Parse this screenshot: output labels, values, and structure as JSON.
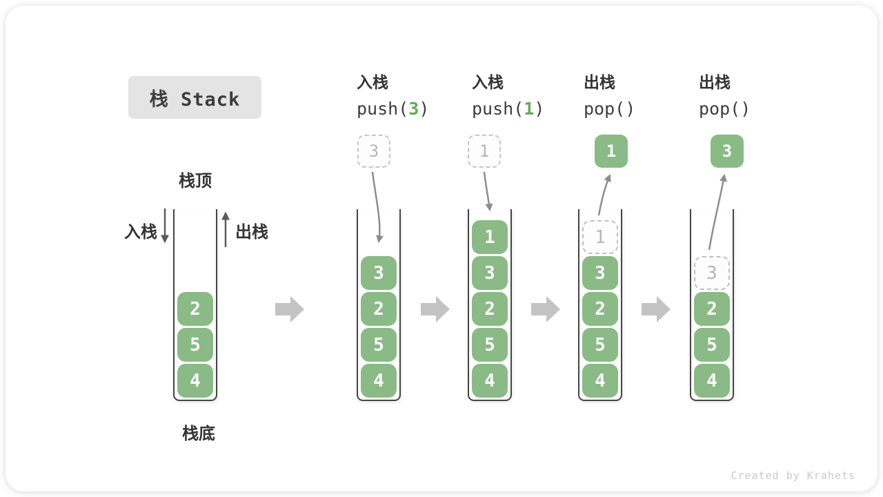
{
  "title": {
    "text": "栈 Stack"
  },
  "stack_labels": {
    "top": "栈顶",
    "bottom": "栈底",
    "push": "入栈",
    "pop": "出栈"
  },
  "watermark": "Created by Krahets",
  "colors": {
    "cell_green": "#8aba85",
    "code_green": "#67a857",
    "flow_arrow_gray": "#c3c3c3"
  },
  "columns": [
    {
      "name": "initial-stack",
      "cells": [
        {
          "slot": 2,
          "value": "2",
          "variant": "solid"
        },
        {
          "slot": 3,
          "value": "5",
          "variant": "solid"
        },
        {
          "slot": 4,
          "value": "4",
          "variant": "solid"
        }
      ]
    },
    {
      "name": "push-3",
      "header": {
        "zh": "入栈",
        "code": [
          {
            "t": "push(",
            "hl": false
          },
          {
            "t": "3",
            "hl": true
          },
          {
            "t": ")",
            "hl": false
          }
        ]
      },
      "floating": {
        "value": "3",
        "variant": "dashed"
      },
      "cells": [
        {
          "slot": 1,
          "value": "3",
          "variant": "solid"
        },
        {
          "slot": 2,
          "value": "2",
          "variant": "solid"
        },
        {
          "slot": 3,
          "value": "5",
          "variant": "solid"
        },
        {
          "slot": 4,
          "value": "4",
          "variant": "solid"
        }
      ]
    },
    {
      "name": "push-1",
      "header": {
        "zh": "入栈",
        "code": [
          {
            "t": "push(",
            "hl": false
          },
          {
            "t": "1",
            "hl": true
          },
          {
            "t": ")",
            "hl": false
          }
        ]
      },
      "floating": {
        "value": "1",
        "variant": "dashed"
      },
      "cells": [
        {
          "slot": 0,
          "value": "1",
          "variant": "solid"
        },
        {
          "slot": 1,
          "value": "3",
          "variant": "solid"
        },
        {
          "slot": 2,
          "value": "2",
          "variant": "solid"
        },
        {
          "slot": 3,
          "value": "5",
          "variant": "solid"
        },
        {
          "slot": 4,
          "value": "4",
          "variant": "solid"
        }
      ]
    },
    {
      "name": "pop-1",
      "header": {
        "zh": "出栈",
        "code": [
          {
            "t": "pop()",
            "hl": false
          }
        ]
      },
      "floating": {
        "value": "1",
        "variant": "solid"
      },
      "cells": [
        {
          "slot": 0,
          "value": "1",
          "variant": "dashed"
        },
        {
          "slot": 1,
          "value": "3",
          "variant": "solid"
        },
        {
          "slot": 2,
          "value": "2",
          "variant": "solid"
        },
        {
          "slot": 3,
          "value": "5",
          "variant": "solid"
        },
        {
          "slot": 4,
          "value": "4",
          "variant": "solid"
        }
      ]
    },
    {
      "name": "pop-3",
      "header": {
        "zh": "出栈",
        "code": [
          {
            "t": "pop()",
            "hl": false
          }
        ]
      },
      "floating": {
        "value": "3",
        "variant": "solid"
      },
      "cells": [
        {
          "slot": 1,
          "value": "3",
          "variant": "dashed"
        },
        {
          "slot": 2,
          "value": "2",
          "variant": "solid"
        },
        {
          "slot": 3,
          "value": "5",
          "variant": "solid"
        },
        {
          "slot": 4,
          "value": "4",
          "variant": "solid"
        }
      ]
    }
  ]
}
